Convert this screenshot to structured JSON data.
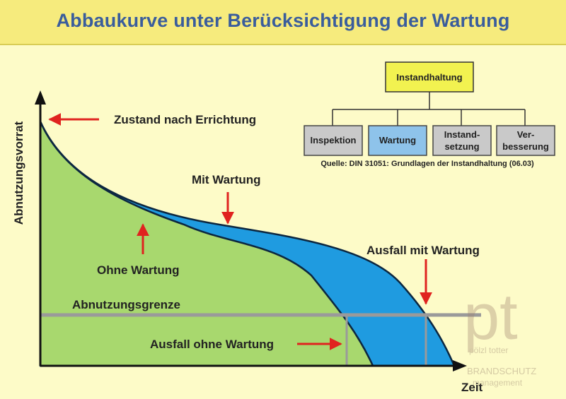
{
  "title": "Abbaukurve unter Berücksichtigung der Wartung",
  "axes": {
    "y_label": "Abnutzungsvorrat",
    "x_label": "Zeit"
  },
  "labels": {
    "initial_state": "Zustand nach Errichtung",
    "with_maintenance": "Mit Wartung",
    "without_maintenance": "Ohne Wartung",
    "wear_limit": "Abnutzungsgrenze",
    "failure_with_maintenance": "Ausfall mit Wartung",
    "failure_without_maintenance": "Ausfall ohne Wartung"
  },
  "hierarchy": {
    "root": "Instandhaltung",
    "children": [
      {
        "line1": "Inspektion",
        "line2": ""
      },
      {
        "line1": "Wartung",
        "line2": ""
      },
      {
        "line1": "Instand-",
        "line2": "setzung"
      },
      {
        "line1": "Ver-",
        "line2": "besserung"
      }
    ],
    "source": "Quelle: DIN 31051: Grundlagen der Instandhaltung (06.03)"
  },
  "colors": {
    "header": "#f6eb7d",
    "background": "#fdfbc8",
    "title": "#3a5d9c",
    "green_area": "#a8d86e",
    "blue_area": "#1f9be0",
    "arrow": "#e0231f",
    "limit_line": "#9a9a9a",
    "root_box": "#f2f250",
    "gray_box": "#c9c9c9",
    "blue_box": "#8ec3ea"
  },
  "watermark": {
    "logo": "pt",
    "line1": "pölzl totter",
    "line2": "BRANDSCHUTZ",
    "line3": "management"
  }
}
